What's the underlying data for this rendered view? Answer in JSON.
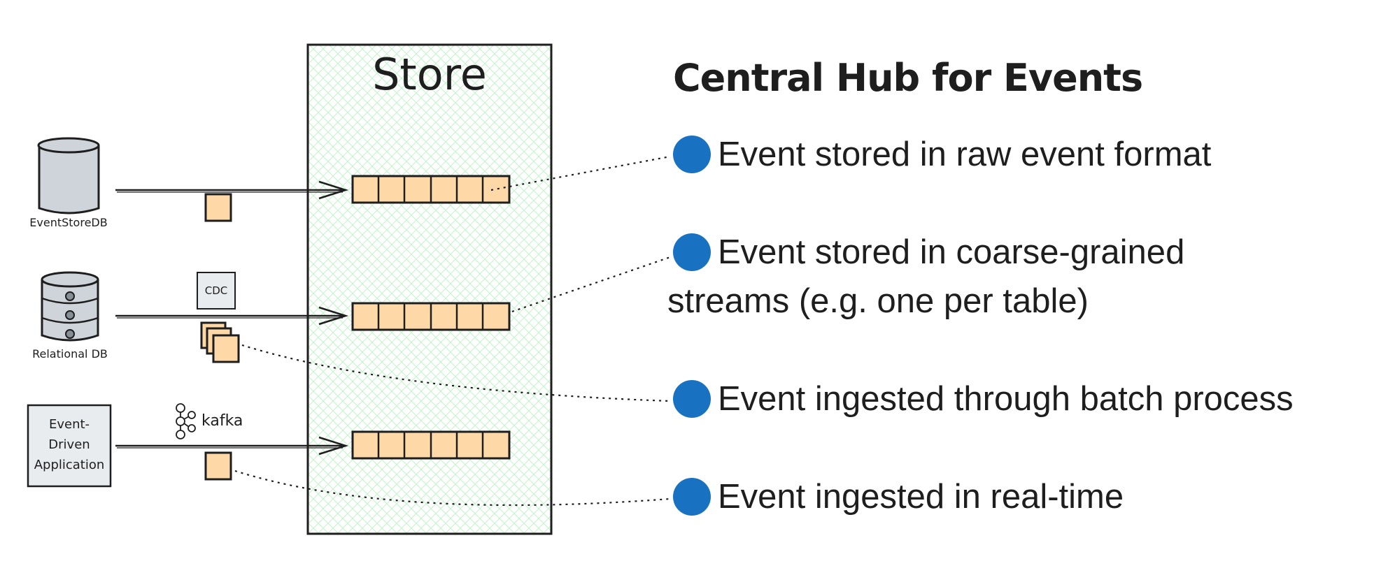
{
  "diagram": {
    "store_label": "Store",
    "sources": [
      {
        "name": "EventStoreDB",
        "icon": "database-cylinder-icon"
      },
      {
        "name": "Relational DB",
        "icon": "relational-database-icon"
      },
      {
        "name": "Event-Driven Application",
        "lines": [
          "Event-",
          "Driven",
          "Application"
        ],
        "icon": "application-box-icon"
      }
    ],
    "connectors": {
      "cdc_label": "CDC",
      "kafka_label": "kafka",
      "kafka_icon": "kafka-logo-icon"
    },
    "colors": {
      "event_fill": "#ffd8a8",
      "store_hatch": "#b2f2bb",
      "bullet": "#1971c2",
      "stroke": "#1e1e1e",
      "source_fill": "#ced4da"
    }
  },
  "panel": {
    "title": "Central Hub for Events",
    "items": [
      {
        "line1": "Event stored in raw event format"
      },
      {
        "line1": "Event stored in coarse-grained",
        "line2": "streams (e.g. one per table)"
      },
      {
        "line1": "Event ingested through batch process"
      },
      {
        "line1": "Event ingested in real-time"
      }
    ]
  }
}
